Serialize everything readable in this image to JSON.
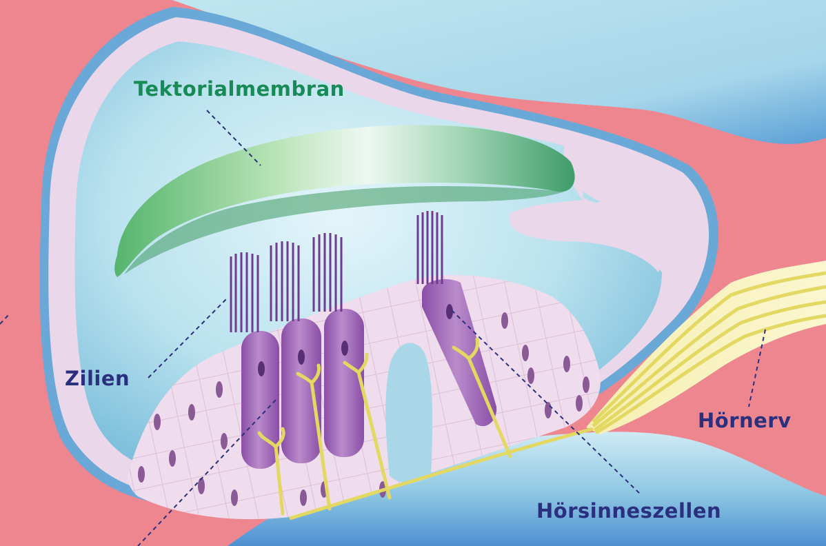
{
  "labels": {
    "tectorial_membrane": "Tektorialmembran",
    "cilia": "Zilien",
    "hair_cells": "Hörsinneszellen",
    "auditory_nerve": "Hörnerv"
  },
  "colors": {
    "background_tissue": "#ee8690",
    "fluid_blue": "#a9dbe8",
    "fluid_blue_dark": "#5fa6d6",
    "membrane_pink": "#ecd6ea",
    "tectorial_green": "#5cb877",
    "hair_cell_purple": "#a066b8",
    "cilia_purple": "#7a3e96",
    "nerve_yellow": "#e6dc66",
    "label_green": "#178a55",
    "label_navy": "#2a2f7e"
  },
  "icons": [
    "tectorial-membrane-shape",
    "hair-cell-shape",
    "cilia-bundle",
    "nerve-fiber-bundle"
  ]
}
